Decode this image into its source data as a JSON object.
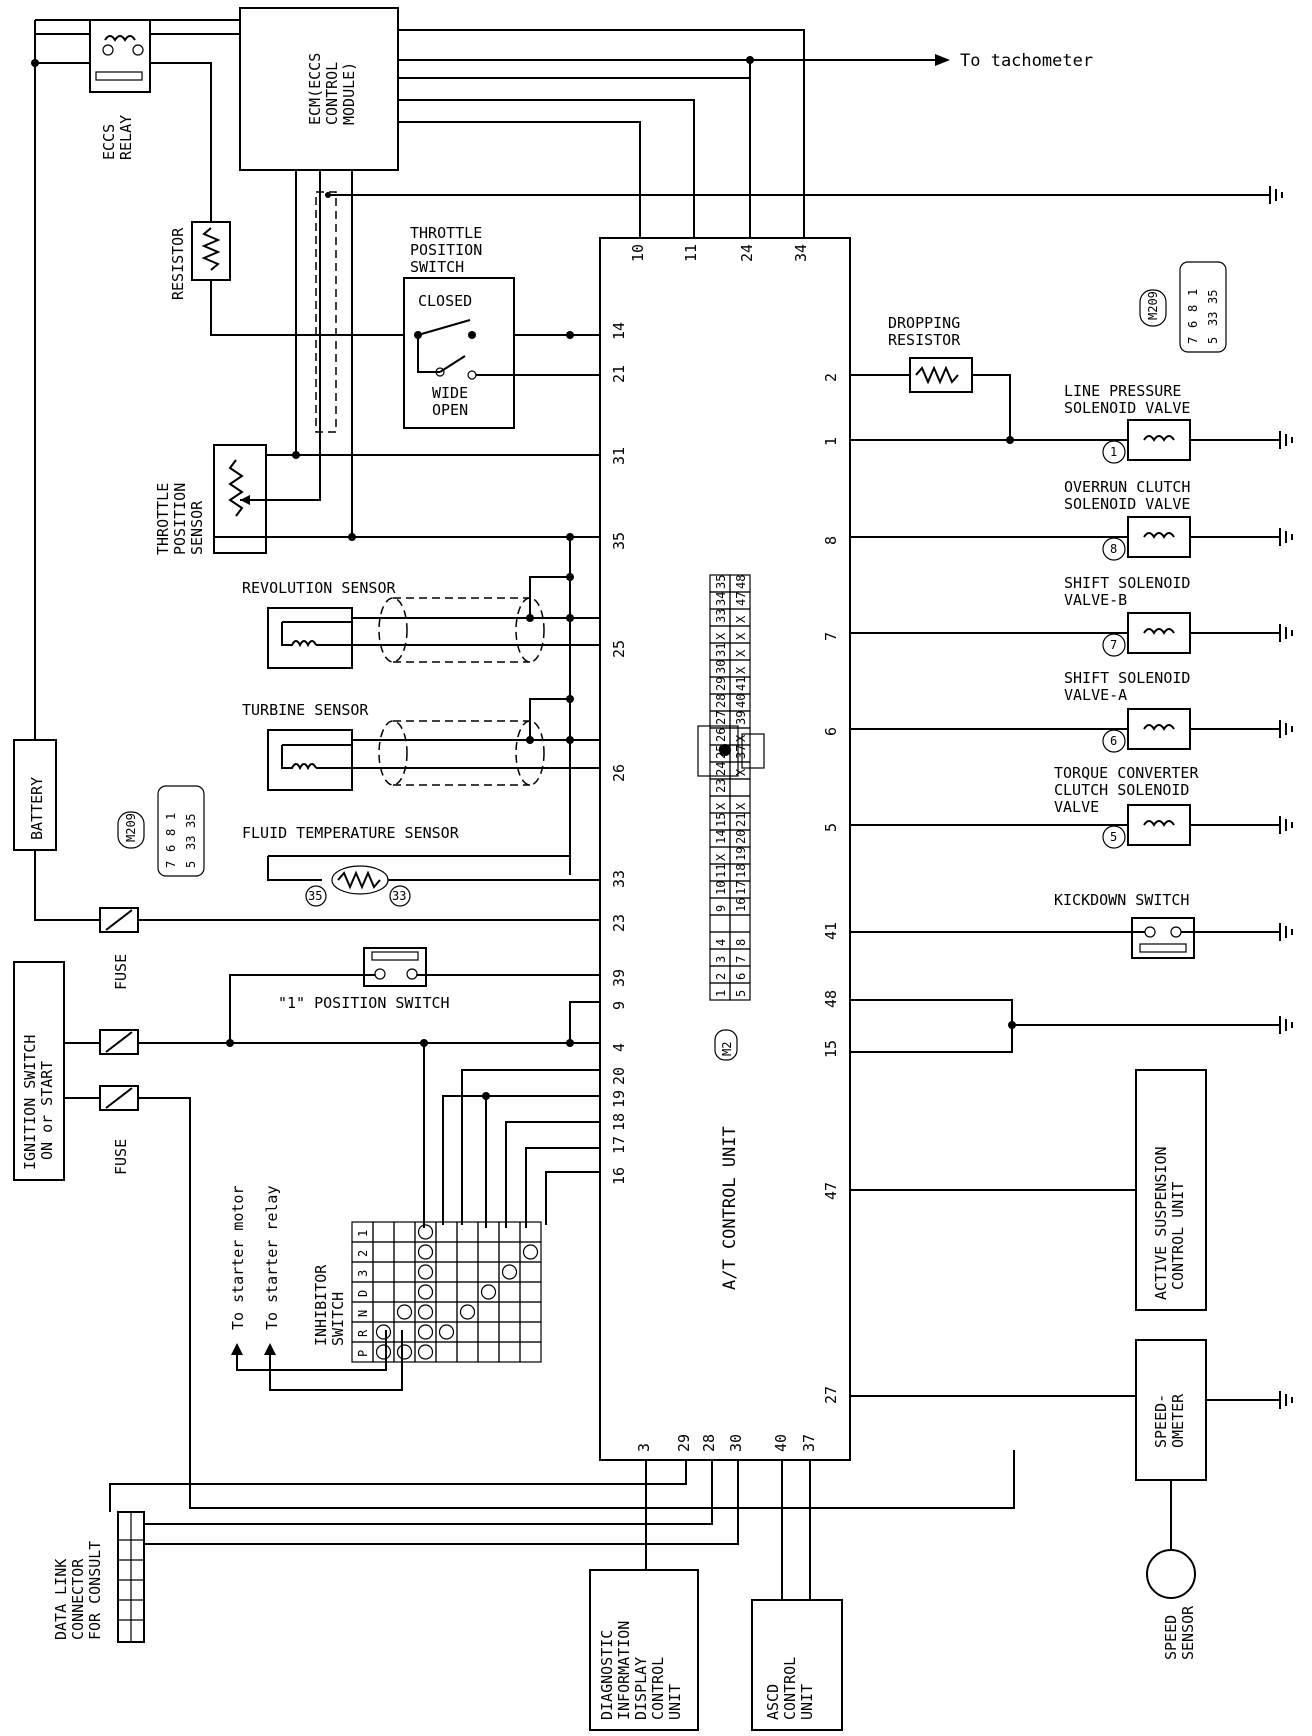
{
  "diagram": {
    "main_unit": "A/T CONTROL UNIT",
    "ecm": [
      "ECM(ECCS",
      "CONTROL",
      "MODULE)"
    ],
    "eccs_relay": [
      "ECCS",
      "RELAY"
    ],
    "resistor": "RESISTOR",
    "to_tachometer": "To tachometer",
    "throttle_switch": [
      "THROTTLE",
      "POSITION",
      "SWITCH"
    ],
    "closed": "CLOSED",
    "wide_open": [
      "WIDE",
      "OPEN"
    ],
    "throttle_sensor": [
      "THROTTLE",
      "POSITION",
      "SENSOR"
    ],
    "revolution_sensor": "REVOLUTION SENSOR",
    "turbine_sensor": "TURBINE SENSOR",
    "fluid_temp_sensor": "FLUID TEMPERATURE SENSOR",
    "battery": "BATTERY",
    "fuse": "FUSE",
    "ignition_switch": [
      "IGNITION SWITCH",
      "ON or START"
    ],
    "position_switch_1": "\"1\" POSITION SWITCH",
    "to_starter_motor": "To starter motor",
    "to_starter_relay": "To starter relay",
    "inhibitor_switch": [
      "INHIBITOR",
      "SWITCH"
    ],
    "inhibitor_cols": [
      "P",
      "R",
      "N",
      "D",
      "3",
      "2",
      "1"
    ],
    "data_link": [
      "DATA LINK",
      "CONNECTOR",
      "FOR CONSULT"
    ],
    "diag_unit": [
      "DIAGNOSTIC",
      "INFORMATION",
      "DISPLAY",
      "CONTROL",
      "UNIT"
    ],
    "ascd_unit": [
      "ASCD",
      "CONTROL",
      "UNIT"
    ],
    "dropping_resistor": [
      "DROPPING",
      "RESISTOR"
    ],
    "line_pressure": [
      "LINE PRESSURE",
      "SOLENOID VALVE"
    ],
    "overrun_clutch": [
      "OVERRUN CLUTCH",
      "SOLENOID VALVE"
    ],
    "shift_b": [
      "SHIFT SOLENOID",
      "VALVE-B"
    ],
    "shift_a": [
      "SHIFT SOLENOID",
      "VALVE-A"
    ],
    "torque_converter": [
      "TORQUE CONVERTER",
      "CLUTCH SOLENOID",
      "VALVE"
    ],
    "kickdown": "KICKDOWN SWITCH",
    "active_suspension": [
      "ACTIVE SUSPENSION",
      "CONTROL UNIT"
    ],
    "speedometer": [
      "SPEED-",
      "OMETER"
    ],
    "speed_sensor": [
      "SPEED",
      "SENSOR"
    ],
    "conn_m2": "M2",
    "conn_m209": "M209",
    "m209_pins": [
      "7",
      "6",
      "8",
      "1",
      "5",
      "33",
      "35"
    ],
    "pins_left": [
      "14",
      "21",
      "31",
      "35",
      "25",
      "26",
      "33",
      "23",
      "39",
      "9",
      "4",
      "20",
      "19",
      "18",
      "17",
      "16"
    ],
    "pins_top": [
      "10",
      "11",
      "24",
      "34"
    ],
    "pins_right": [
      "2",
      "1",
      "8",
      "7",
      "6",
      "5",
      "41",
      "48",
      "15",
      "47",
      "27"
    ],
    "pins_bottom": [
      "3",
      "29",
      "28",
      "30",
      "40",
      "37"
    ],
    "valve_pins": [
      "1",
      "8",
      "7",
      "6",
      "5"
    ],
    "fluid_pins": [
      "35",
      "33"
    ],
    "m2_grid": [
      [
        "1",
        "2",
        "3",
        "4",
        "",
        "9",
        "10",
        "11",
        "X",
        "14",
        "15",
        "X",
        "23",
        "24",
        "25",
        "26",
        "27",
        "28",
        "29",
        "30",
        "31",
        "X",
        "33",
        "34",
        "35"
      ],
      [
        "5",
        "6",
        "7",
        "8",
        "",
        "16",
        "17",
        "18",
        "19",
        "20",
        "21",
        "X",
        "",
        "X",
        "37",
        "X",
        "39",
        "40",
        "41",
        "X",
        "X",
        "X",
        "X",
        "47",
        "48"
      ]
    ]
  }
}
